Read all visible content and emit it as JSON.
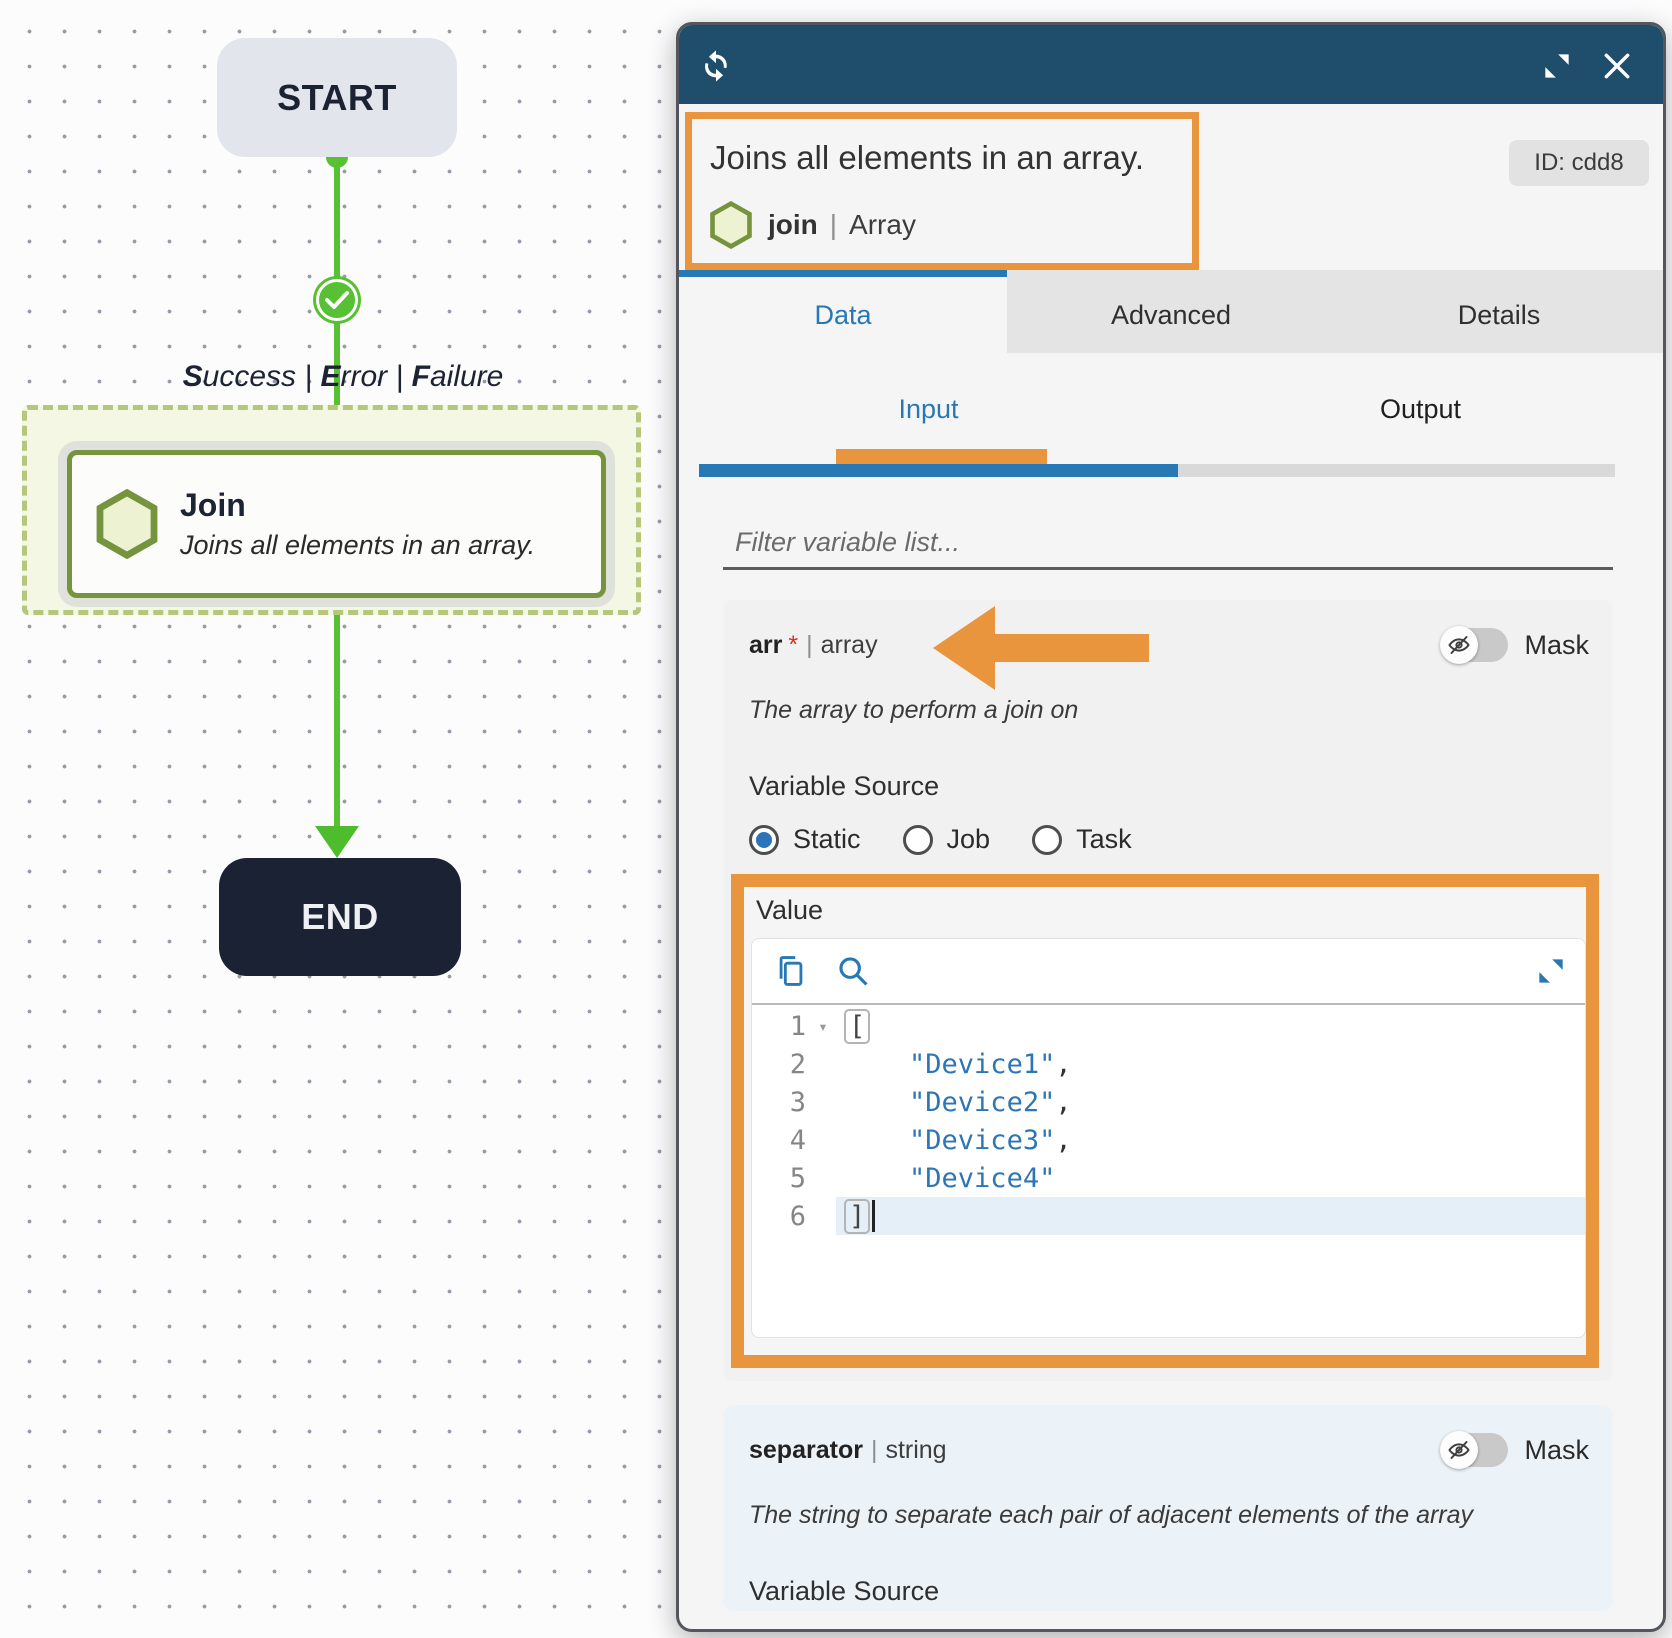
{
  "colors": {
    "annotation_orange": "#E9953D",
    "header_blue": "#1F4E6D",
    "accent_blue": "#2778B5",
    "workflow_green": "#57C033",
    "olive_green": "#75943D",
    "end_navy": "#1A2233",
    "required_red": "#D93025"
  },
  "canvas": {
    "start_label": "START",
    "end_label": "END",
    "transition": {
      "sep": " | ",
      "words": [
        {
          "first": "S",
          "rest": "uccess"
        },
        {
          "first": "E",
          "rest": "rror"
        },
        {
          "first": "F",
          "rest": "ailure"
        }
      ]
    },
    "join_node": {
      "title": "Join",
      "subtitle": "Joins all elements in an array."
    }
  },
  "panel": {
    "title": "Joins all elements in an array.",
    "task": {
      "name": "join",
      "divider": "|",
      "category": "Array"
    },
    "id_badge": "ID: cdd8",
    "tabs": [
      {
        "label": "Data"
      },
      {
        "label": "Advanced"
      },
      {
        "label": "Details"
      }
    ],
    "subtabs": [
      {
        "label": "Input"
      },
      {
        "label": "Output"
      }
    ],
    "filter_placeholder": "Filter variable list...",
    "variable_source_label": "Variable Source",
    "mask_label": "Mask",
    "fields": {
      "arr": {
        "name": "arr",
        "required_marker": "*",
        "divider": "|",
        "type": "array",
        "description": "The array to perform a join on",
        "source_options": [
          "Static",
          "Job",
          "Task"
        ],
        "selected_source": "Static",
        "value_label": "Value"
      },
      "separator": {
        "name": "separator",
        "divider": "|",
        "type": "string",
        "description": "The string to separate each pair of adjacent elements of the array"
      }
    },
    "editor": {
      "lines": [
        {
          "num": "1",
          "fold": true,
          "tokens": [
            {
              "cls": "tok-bracket",
              "text": "["
            }
          ]
        },
        {
          "num": "2",
          "tokens": [
            {
              "cls": "tok-ws",
              "text": "    "
            },
            {
              "cls": "tok-str",
              "text": "\"Device1\""
            },
            {
              "cls": "tok-punct",
              "text": ","
            }
          ]
        },
        {
          "num": "3",
          "tokens": [
            {
              "cls": "tok-ws",
              "text": "    "
            },
            {
              "cls": "tok-str",
              "text": "\"Device2\""
            },
            {
              "cls": "tok-punct",
              "text": ","
            }
          ]
        },
        {
          "num": "4",
          "tokens": [
            {
              "cls": "tok-ws",
              "text": "    "
            },
            {
              "cls": "tok-str",
              "text": "\"Device3\""
            },
            {
              "cls": "tok-punct",
              "text": ","
            }
          ]
        },
        {
          "num": "5",
          "tokens": [
            {
              "cls": "tok-ws",
              "text": "    "
            },
            {
              "cls": "tok-str",
              "text": "\"Device4\""
            }
          ]
        },
        {
          "num": "6",
          "active": true,
          "cursor": true,
          "tokens": [
            {
              "cls": "tok-bracket",
              "text": "]"
            }
          ]
        }
      ]
    }
  }
}
